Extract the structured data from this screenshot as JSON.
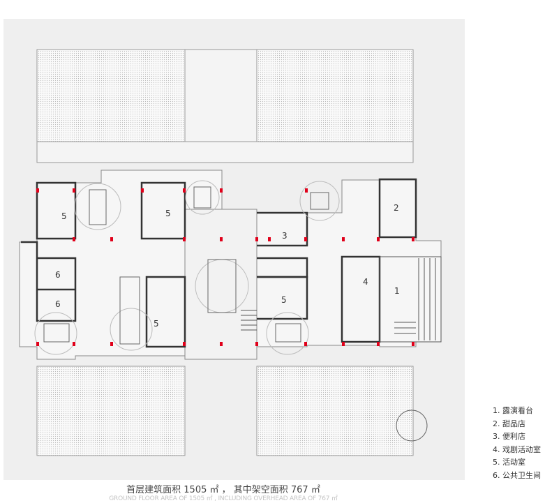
{
  "rooms": [
    {
      "number": "1"
    },
    {
      "number": "2"
    },
    {
      "number": "3"
    },
    {
      "number": "4"
    },
    {
      "number": "5"
    },
    {
      "number": "5"
    },
    {
      "number": "5"
    },
    {
      "number": "5"
    },
    {
      "number": "6"
    },
    {
      "number": "6"
    }
  ],
  "legend": [
    "1. 露演看台",
    "2. 甜品店",
    "3. 便利店",
    "4. 戏剧活动室",
    "5. 活动室",
    "6. 公共卫生间"
  ],
  "caption": {
    "zh": "首层建筑面积 1505 ㎡ ， 其中架空面积 767 ㎡",
    "en": "GROUND FLOOR AREA OF 1505 ㎡ , INCLUDING OVERHEAD AREA OF 767 ㎡"
  },
  "colors": {
    "background": "#efefef",
    "column": "#e0001a",
    "wall": "#333333"
  }
}
